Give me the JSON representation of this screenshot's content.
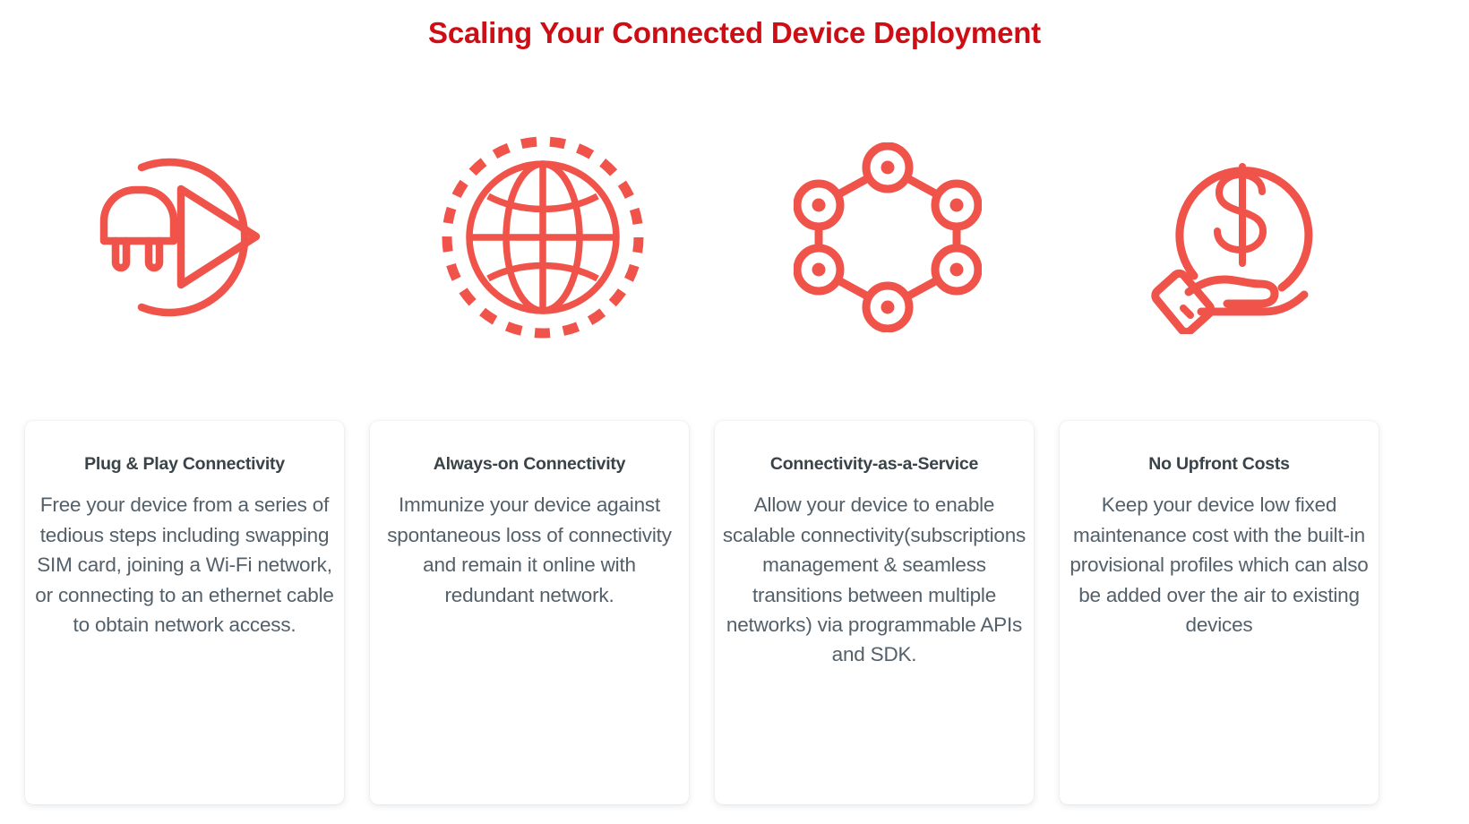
{
  "header": {
    "title": "Scaling Your Connected Device Deployment",
    "title_color": "#CE0E14"
  },
  "theme": {
    "accent_red": "#EF5349",
    "title_red": "#CE0E14",
    "card_title_color": "#3A4348",
    "card_body_color": "#53606A",
    "page_background": "#FFFFFF"
  },
  "icons": [
    {
      "name": "plug-play-icon",
      "label": "plug with play button inside circle"
    },
    {
      "name": "globe-icon",
      "label": "globe with dashed orbit ring"
    },
    {
      "name": "network-hexagon-icon",
      "label": "hexagon network of six nodes"
    },
    {
      "name": "hand-dollar-icon",
      "label": "hand holding dollar coin"
    }
  ],
  "cards": [
    {
      "title": "Plug & Play Connectivity",
      "body": "Free your device from a series of tedious steps including swapping SIM card, joining a Wi-Fi network, or  connecting to an ethernet  cable to obtain network access."
    },
    {
      "title": "Always-on Connectivity",
      "body": "Immunize your device against spontaneous loss of connectivity and remain it online with redundant network."
    },
    {
      "title": "Connectivity-as-a-Service",
      "body": "Allow your device to enable scalable connectivity(subscriptions management & seamless transitions between multiple networks) via programmable APIs and SDK."
    },
    {
      "title": "No Upfront Costs",
      "body": "Keep your device low fixed maintenance  cost with the built-in provisional profiles which can also be added over the air to existing devices"
    }
  ]
}
